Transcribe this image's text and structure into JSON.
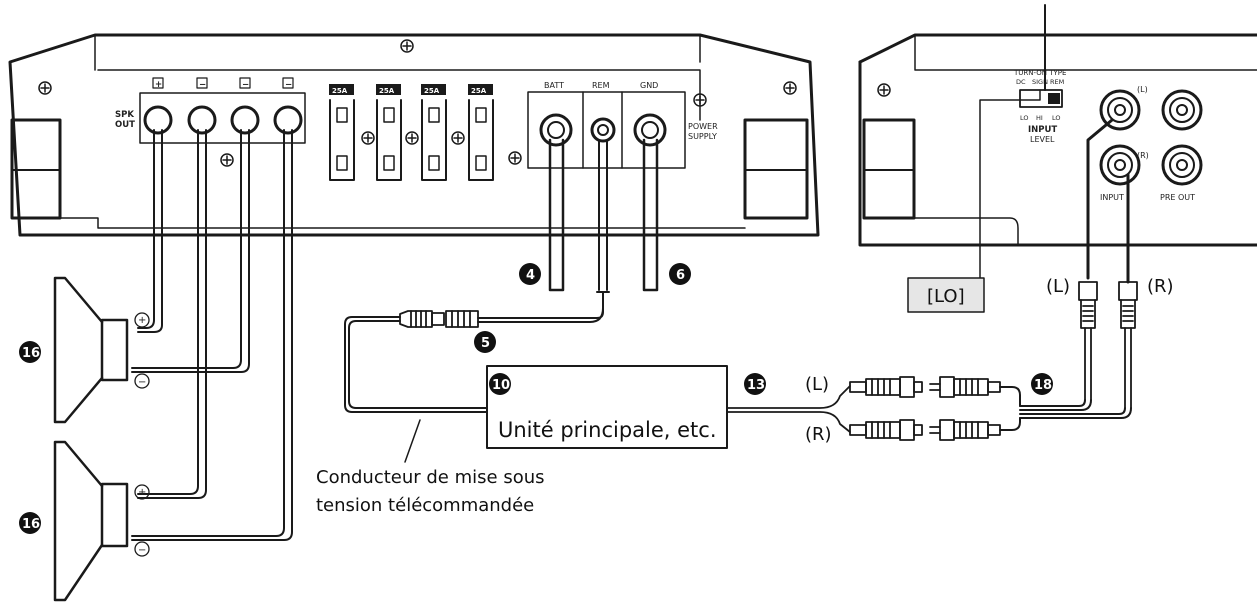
{
  "amplifier": {
    "spk_out_label_1": "SPK",
    "spk_out_label_2": "OUT",
    "terminal_signs": [
      "+",
      "−",
      "−",
      "−"
    ],
    "fuse_rating": "25A",
    "power_labels": {
      "batt": "BATT",
      "rem": "REM",
      "gnd": "GND"
    },
    "power_supply_1": "POWER",
    "power_supply_2": "SUPPLY"
  },
  "input_panel": {
    "turn_on_type": "TURN-ON TYPE",
    "switch_options_top": [
      "DC",
      "SIGN",
      "REM"
    ],
    "switch_options_bottom": [
      "LO",
      "HI",
      "LO"
    ],
    "input_level_1": "INPUT",
    "input_level_2": "LEVEL",
    "left_marker": "(L)",
    "right_marker": "(R)",
    "input_label": "INPUT",
    "pre_out_label": "PRE OUT"
  },
  "callouts": {
    "lo_box": "[LO]",
    "plug_left": "(L)",
    "plug_right": "(R)",
    "cable_left": "(L)",
    "cable_right": "(R)",
    "head_unit": "Unité principale, etc.",
    "remote_lead_line1": "Conducteur de mise sous",
    "remote_lead_line2": "tension télécommandée",
    "speaker_plus": "+",
    "speaker_minus": "−"
  },
  "markers": {
    "batt_wire": "4",
    "remote_connector": "5",
    "gnd_wire": "6",
    "head_unit": "10",
    "rca_cable": "13",
    "speakers": "16",
    "input_cable": "18"
  },
  "colors": {
    "line": "#1a1a1a",
    "panel_fill": "#ffffff",
    "marker_fill": "#111111"
  }
}
